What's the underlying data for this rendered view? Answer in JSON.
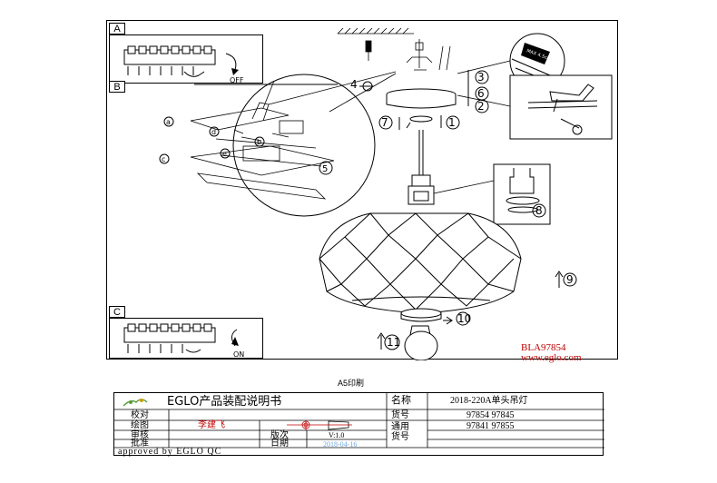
{
  "panels": {
    "a": {
      "tag": "A",
      "state_label": "OFF"
    },
    "b": {
      "tag": "B"
    },
    "c": {
      "tag": "C",
      "state_label": "ON"
    }
  },
  "callouts": {
    "a": "a",
    "b": "b",
    "c": "c",
    "d": "d",
    "e": "e",
    "n1": "1",
    "n2": "2",
    "n3": "3",
    "n4": "4",
    "n5": "5",
    "n6": "6",
    "n7": "7",
    "n8": "8",
    "n9": "9",
    "n10": "10",
    "n11": "11"
  },
  "clip_label": "MAX 4.5cm",
  "model": {
    "code": "BLA97854",
    "website": "www.eglo.com"
  },
  "print_note": "A5印刷",
  "title_block": {
    "brand_title": "EGLO产品装配说明书",
    "name_label": "名称",
    "name_value": "2018-220A单头吊灯",
    "rows": {
      "check_label": "校对",
      "draw_label": "绘图",
      "draw_value": "李建飞",
      "review_label": "审核",
      "approve_label": "批准",
      "version_label": "版次",
      "version_value": "V:1.0",
      "date_label": "日期",
      "date_value": "2018-04-16"
    },
    "goods_label": "货号",
    "goods_value": "97854  97845",
    "common_label_1": "通用",
    "common_label_2": "货号",
    "common_value": "97841  97855",
    "footer": "approved by EGLO QC"
  },
  "colors": {
    "red_text": "#c00000",
    "date_blue": "#6fa8dc",
    "ink": "#000000"
  }
}
